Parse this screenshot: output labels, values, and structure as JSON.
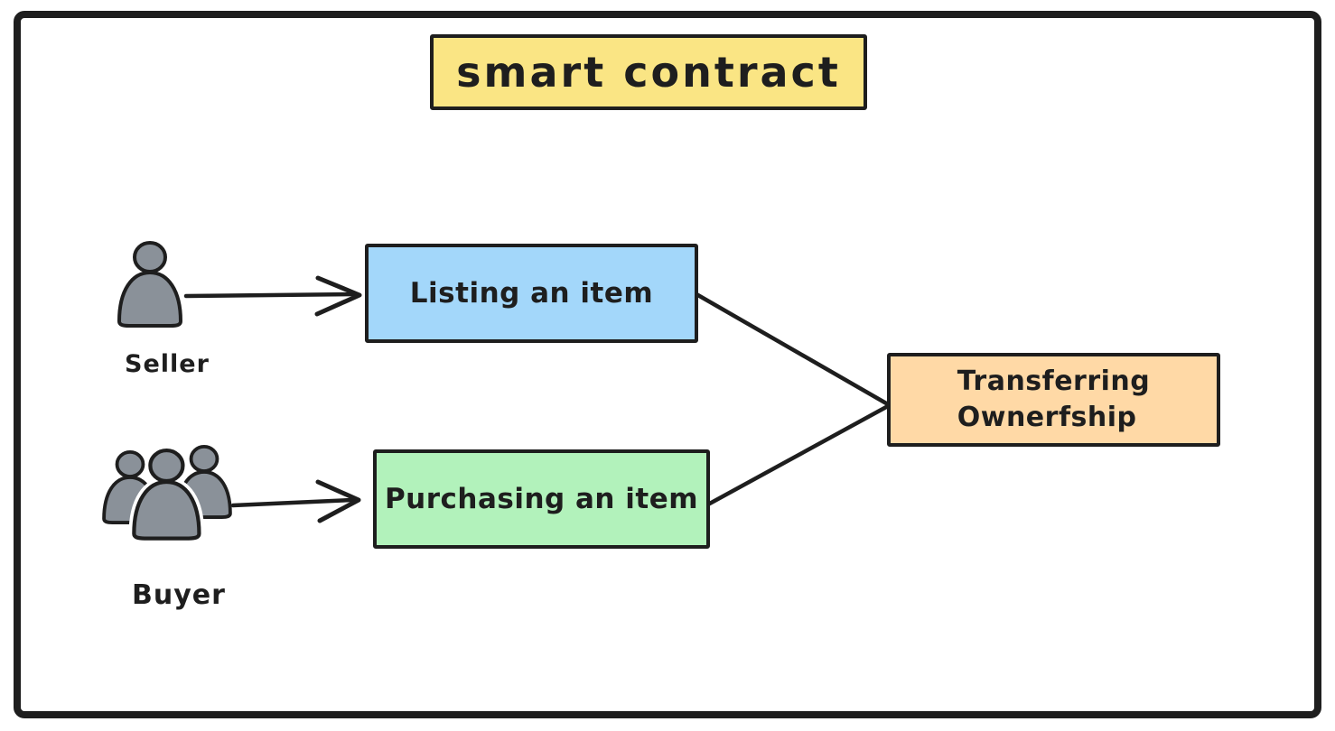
{
  "diagram": {
    "title": {
      "label": "smart contract",
      "bg": "#fae584"
    },
    "nodes": {
      "listing": {
        "label": "Listing an item",
        "bg": "#a3d7fa"
      },
      "purchasing": {
        "label": "Purchasing an item",
        "bg": "#b2f2bb"
      },
      "transfer": {
        "line1": "Transferring",
        "line2": "Ownerfship",
        "bg": "#ffd9a6"
      }
    },
    "actors": {
      "seller": {
        "label": "Seller",
        "icon": "person-icon"
      },
      "buyer": {
        "label": "Buyer",
        "icon": "people-group-icon"
      }
    },
    "connections": [
      {
        "from": "seller",
        "to": "listing",
        "style": "arrow"
      },
      {
        "from": "buyer",
        "to": "purchasing",
        "style": "arrow"
      },
      {
        "from": "listing",
        "to": "transfer",
        "style": "line"
      },
      {
        "from": "purchasing",
        "to": "transfer",
        "style": "line"
      }
    ],
    "colors": {
      "ink": "#1e1e1e",
      "background": "#ffffff",
      "actor_fill": "#8a9199"
    }
  }
}
